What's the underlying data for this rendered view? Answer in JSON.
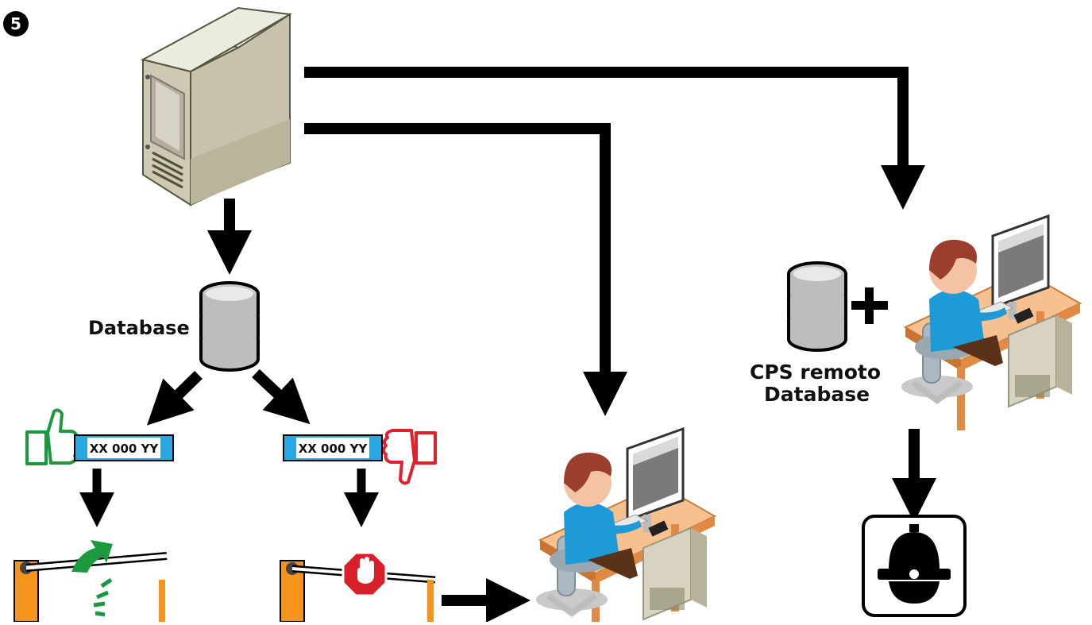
{
  "step_badge": "5",
  "labels": {
    "database": "Database",
    "remote_line1": "CPS remoto",
    "remote_line2": "Database",
    "plus": "+"
  },
  "plates": {
    "approved": "XX 000 YY",
    "rejected": "XX 000 YY"
  },
  "colors": {
    "approved": "#1a9a3c",
    "rejected": "#e1202b",
    "plate_blue": "#2aa8e0",
    "barrier_post": "#f4941c",
    "stop_red": "#d9202a",
    "desk": "#f2b27a",
    "shirt": "#1e9bd7",
    "server": "#d8d3c0"
  },
  "icons": [
    "server-icon",
    "database-icon",
    "thumbs-up-icon",
    "thumbs-down-icon",
    "barrier-open-icon",
    "barrier-closed-icon",
    "stop-sign-icon",
    "operator-icon",
    "alarm-bell-icon"
  ]
}
